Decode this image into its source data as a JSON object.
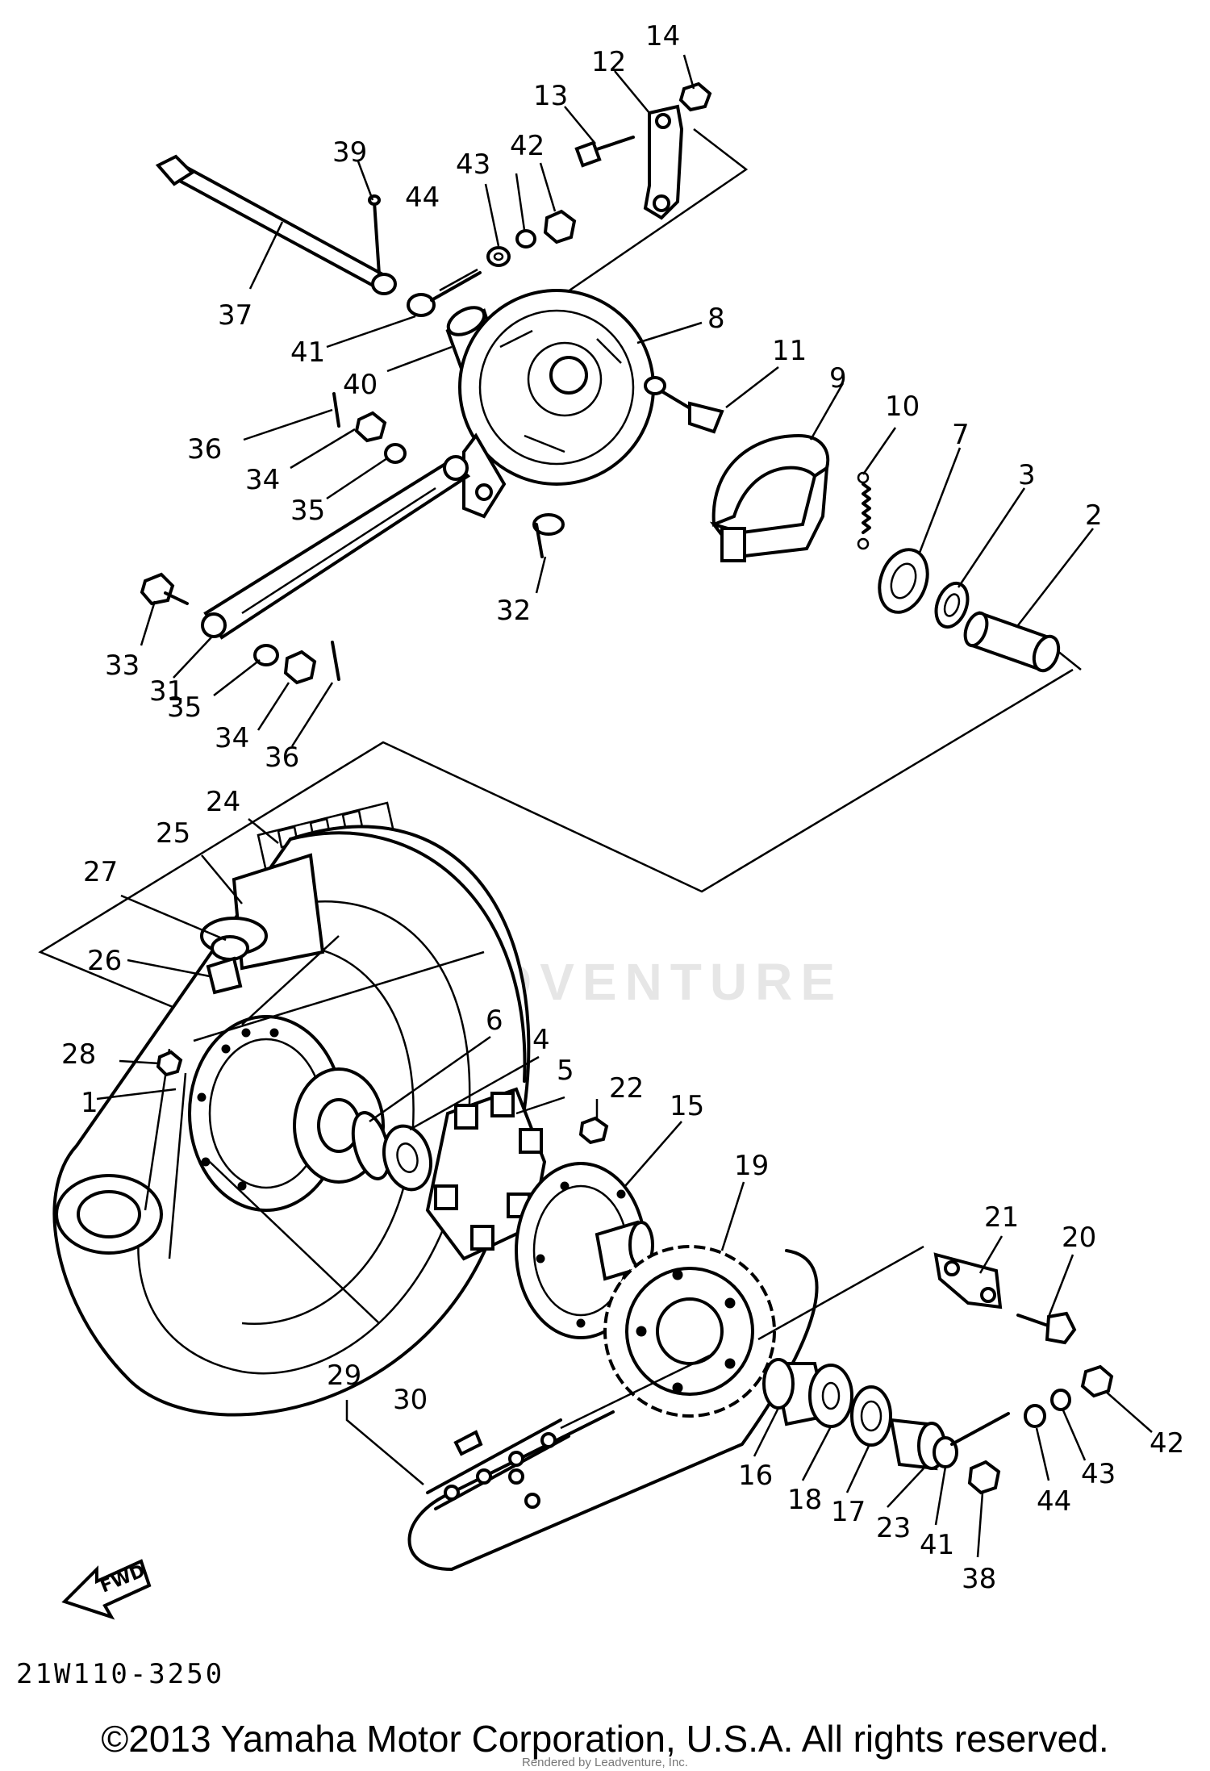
{
  "diagram": {
    "code": "21W110-3250",
    "fwd_label": "FWD",
    "copyright": "©2013 Yamaha Motor Corporation, U.S.A. All rights reserved.",
    "rendered_by": "Rendered by Leadventure, Inc.",
    "watermark": "LEADVENTURE"
  },
  "callouts": [
    {
      "id": "c14a",
      "text": "14"
    },
    {
      "id": "c12a",
      "text": "12"
    },
    {
      "id": "c13a",
      "text": "13"
    },
    {
      "id": "c39",
      "text": "39"
    },
    {
      "id": "c43a",
      "text": "43"
    },
    {
      "id": "c42a",
      "text": "42"
    },
    {
      "id": "c44a",
      "text": "44"
    },
    {
      "id": "c37",
      "text": "37"
    },
    {
      "id": "c8",
      "text": "8"
    },
    {
      "id": "c41a",
      "text": "41"
    },
    {
      "id": "c40",
      "text": "40"
    },
    {
      "id": "c11",
      "text": "11"
    },
    {
      "id": "c9",
      "text": "9"
    },
    {
      "id": "c10",
      "text": "10"
    },
    {
      "id": "c36a",
      "text": "36"
    },
    {
      "id": "c7",
      "text": "7"
    },
    {
      "id": "c3",
      "text": "3"
    },
    {
      "id": "c2",
      "text": "2"
    },
    {
      "id": "c34a",
      "text": "34"
    },
    {
      "id": "c35a",
      "text": "35"
    },
    {
      "id": "c33",
      "text": "33"
    },
    {
      "id": "c32",
      "text": "32"
    },
    {
      "id": "c31",
      "text": "31"
    },
    {
      "id": "c35b",
      "text": "35"
    },
    {
      "id": "c34b",
      "text": "34"
    },
    {
      "id": "c36b",
      "text": "36"
    },
    {
      "id": "c24",
      "text": "24"
    },
    {
      "id": "c25",
      "text": "25"
    },
    {
      "id": "c27",
      "text": "27"
    },
    {
      "id": "c26",
      "text": "26"
    },
    {
      "id": "c6",
      "text": "6"
    },
    {
      "id": "c4",
      "text": "4"
    },
    {
      "id": "c28",
      "text": "28"
    },
    {
      "id": "c5",
      "text": "5"
    },
    {
      "id": "c22",
      "text": "22"
    },
    {
      "id": "c1",
      "text": "1"
    },
    {
      "id": "c15",
      "text": "15"
    },
    {
      "id": "c19",
      "text": "19"
    },
    {
      "id": "c21",
      "text": "21"
    },
    {
      "id": "c20",
      "text": "20"
    },
    {
      "id": "c29",
      "text": "29"
    },
    {
      "id": "c30",
      "text": "30"
    },
    {
      "id": "c42b",
      "text": "42"
    },
    {
      "id": "c43b",
      "text": "43"
    },
    {
      "id": "c16",
      "text": "16"
    },
    {
      "id": "c18",
      "text": "18"
    },
    {
      "id": "c17",
      "text": "17"
    },
    {
      "id": "c23",
      "text": "23"
    },
    {
      "id": "c44b",
      "text": "44"
    },
    {
      "id": "c41b",
      "text": "41"
    },
    {
      "id": "c38",
      "text": "38"
    }
  ]
}
